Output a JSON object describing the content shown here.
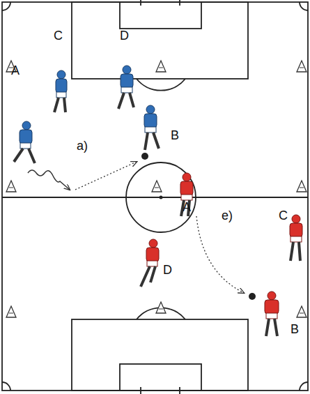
{
  "diagram": {
    "labels": [
      "C",
      "D",
      "A",
      "a)",
      "B",
      "A",
      "e)",
      "C",
      "D",
      "B"
    ]
  }
}
